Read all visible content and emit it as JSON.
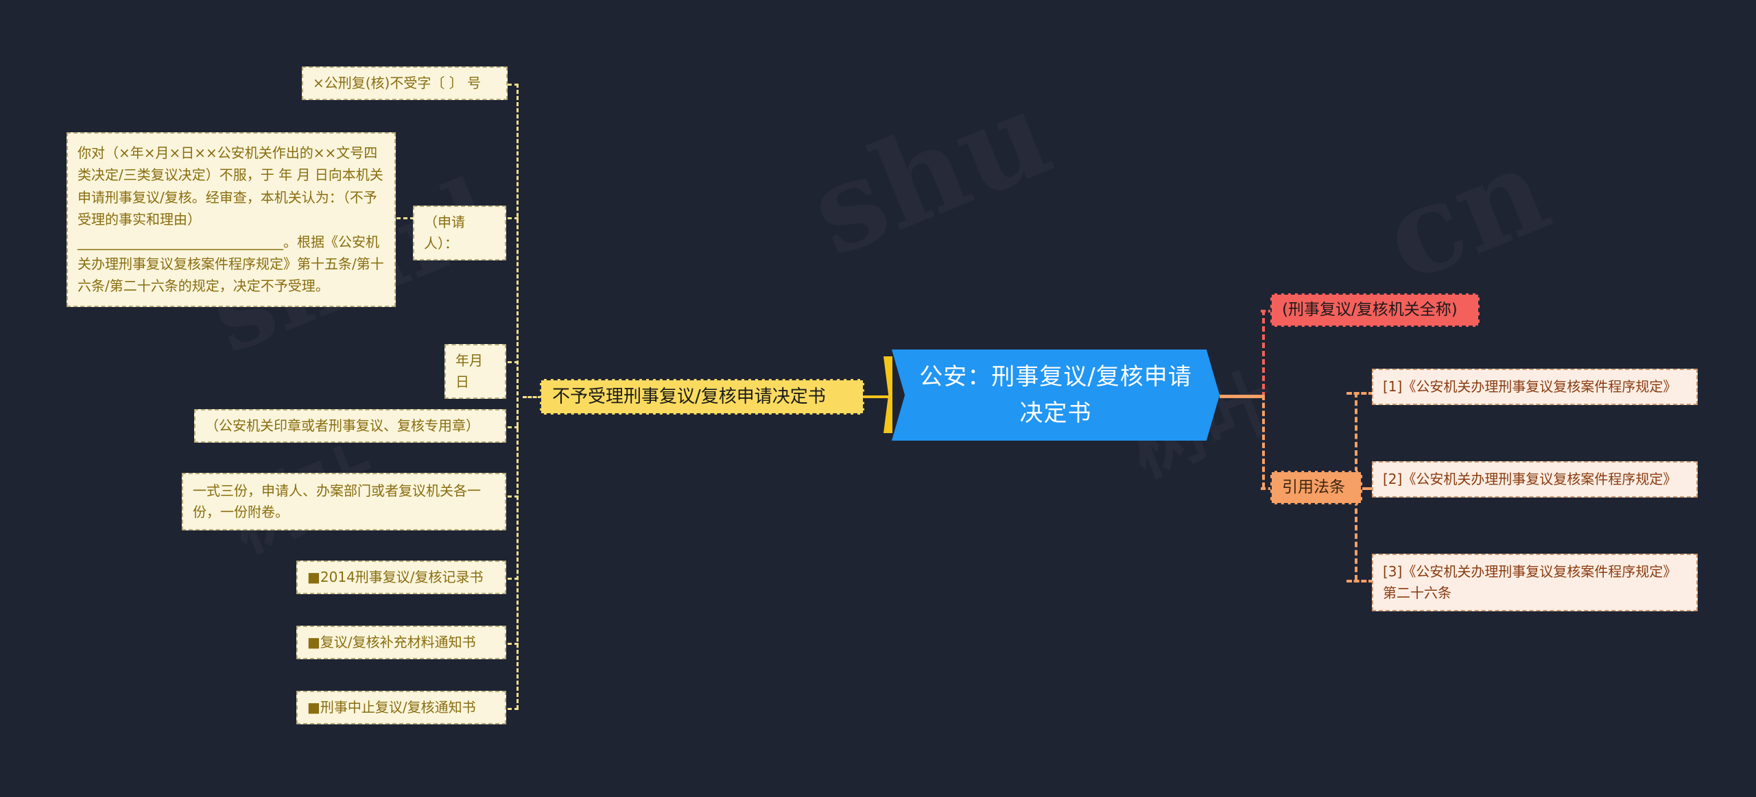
{
  "mindmap": {
    "title": "公安：刑事复议/复核申请决定书",
    "central": {
      "label": "公安：刑事复议/复核申请决定书",
      "color": "#2196f3"
    },
    "left_branch": {
      "label": "不予受理刑事复议/复核申请决定书",
      "color": "#fadb5f",
      "children": [
        {
          "id": "doc-number",
          "label": "×公刑复(核)不受字〔 〕 号"
        },
        {
          "id": "body-text",
          "label": "你对（×年×月×日××公安机关作出的××文号四类决定/三类复议决定）不服，于 年 月 日向本机关申请刑事复议/复核。经审查，本机关认为：（不予受理的事实和理由）______________________________。根据《公安机关办理刑事复议复核案件程序规定》第十五条/第十六条/第二十六条的规定，决定不予受理。"
        },
        {
          "id": "applicant",
          "label": "（申请人）："
        },
        {
          "id": "date",
          "label": "年月日"
        },
        {
          "id": "seal",
          "label": "（公安机关印章或者刑事复议、复核专用章）"
        },
        {
          "id": "copies",
          "label": "一式三份，申请人、办案部门或者复议机关各一份，一份附卷。"
        },
        {
          "id": "related-1",
          "label": "■2014刑事复议/复核记录书"
        },
        {
          "id": "related-2",
          "label": "■复议/复核补充材料通知书"
        },
        {
          "id": "related-3",
          "label": "■刑事中止复议/复核通知书"
        }
      ]
    },
    "right_branches": [
      {
        "id": "authority",
        "label": "(刑事复议/复核机关全称)",
        "color": "#f4605c"
      },
      {
        "id": "cited-laws",
        "label": "引用法条",
        "color": "#f6a065",
        "children": [
          {
            "id": "law-1",
            "label": "[1]《公安机关办理刑事复议复核案件程序规定》"
          },
          {
            "id": "law-2",
            "label": "[2]《公安机关办理刑事复议复核案件程序规定》"
          },
          {
            "id": "law-3",
            "label": "[3]《公安机关办理刑事复议复核案件程序规定》第二十六条"
          }
        ]
      }
    ]
  },
  "watermark": {
    "t1": "sharl",
    "t2": "shu",
    "t3": "cn",
    "t4": "树叶",
    "t5": "树叶"
  }
}
